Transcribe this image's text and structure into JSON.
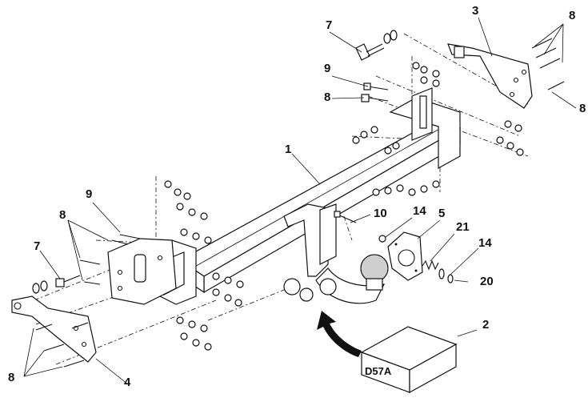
{
  "part_labels": {
    "main_bar": "1",
    "box_part": "2",
    "bracket_right": "3",
    "bracket_left": "4",
    "socket_plate": "5",
    "bolt_7_top": "7",
    "bolt_7_left": "7",
    "bolt_8_top_right": "8",
    "bolt_8_right": "8",
    "bolt_8_mid": "8",
    "bolt_8_left_top": "8",
    "bolt_8_left_bottom": "8",
    "bolt_9_top": "9",
    "bolt_9_left": "9",
    "bolt_10": "10",
    "washer_14_top": "14",
    "washer_14_right": "14",
    "nut_20": "20",
    "spring_21": "21"
  },
  "box_label": "D57A"
}
